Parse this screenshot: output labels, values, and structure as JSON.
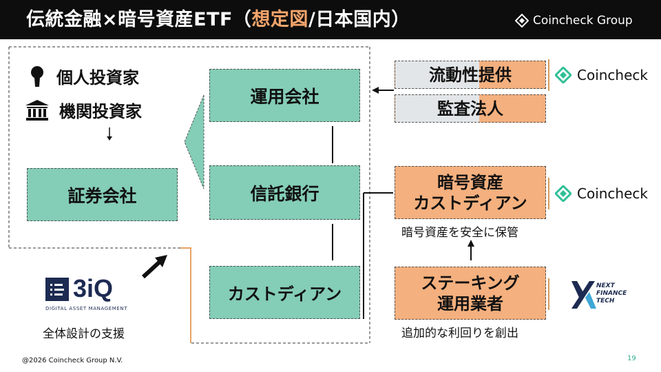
{
  "header": {
    "title_prefix": "伝統金融×暗号資産ETF（",
    "title_highlight": "想定図",
    "title_suffix": "/日本国内）",
    "brand": "Coincheck Group"
  },
  "investors": {
    "individual": "個人投資家",
    "institutional": "機関投資家"
  },
  "boxes": {
    "securities": "証券会社",
    "management": "運用会社",
    "trust_bank": "信託銀行",
    "custodian": "カストディアン",
    "liquidity": "流動性提供",
    "audit": "監査法人",
    "crypto_custodian_line1": "暗号資産",
    "crypto_custodian_line2": "カストディアン",
    "staking_line1": "ステーキング",
    "staking_line2": "運用業者"
  },
  "logos": {
    "coincheck_1": "Coincheck",
    "coincheck_2": "Coincheck",
    "threeiq_mark": "3iQ",
    "threeiq_sub": "DIGITAL ASSET MANAGEMENT",
    "nft_line1": "NEXT",
    "nft_line2": "FINANCE",
    "nft_line3": "TECH"
  },
  "captions": {
    "custody_note": "暗号資産を安全に保管",
    "staking_note": "追加的な利回りを創出",
    "threeiq_note": "全体設計の支援"
  },
  "footer": {
    "copyright": "@2026 Coincheck Group N.V.",
    "page_number": "19"
  },
  "colors": {
    "green_box": "#84cdb6",
    "orange_box": "#f4b07e",
    "header_bg": "#0d0d0d",
    "highlight": "#f4a56c",
    "coincheck_green": "#2fbf97",
    "threeiq_navy": "#1d2b52"
  }
}
